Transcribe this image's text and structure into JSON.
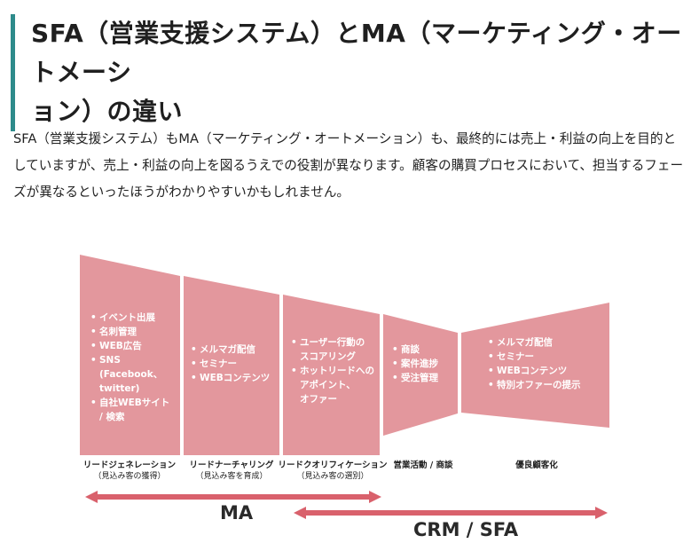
{
  "heading": {
    "line1": "SFA（営業支援システム）とMA（マーケティング・オートメーシ",
    "line2": "ョン）の違い"
  },
  "paragraph": "SFA（営業支援システム）もMA（マーケティング・オートメーション）も、最終的には売上・利益の向上を目的としていますが、売上・利益の向上を図るうえでの役割が異なります。顧客の購買プロセスにおいて、担当するフェーズが異なるといったほうがわかりやすいかもしれません。",
  "diagram": {
    "color_funnel": "#e3979d",
    "color_arrow": "#d9616c",
    "stages": [
      {
        "items": [
          "イベント出展",
          "名刺管理",
          "WEB広告",
          "SNS\n(Facebook、\ntwitter)",
          "自社WEBサイト\n/ 検索"
        ],
        "label": "リードジェネレーション",
        "sub": "（見込み客の獲得）"
      },
      {
        "items": [
          "メルマガ配信",
          "セミナー",
          "WEBコンテンツ"
        ],
        "label": "リードナーチャリング",
        "sub": "（見込み客を育成）"
      },
      {
        "items": [
          "ユーザー行動の\nスコアリング",
          "ホットリードへの\nアポイント、\nオファー"
        ],
        "label": "リードクオリフィケーション",
        "sub": "（見込み客の選別）"
      },
      {
        "items": [
          "商談",
          "案件進捗",
          "受注管理"
        ],
        "label": "営業活動 / 商談",
        "sub": ""
      },
      {
        "items": [
          "メルマガ配信",
          "セミナー",
          "WEBコンテンツ",
          "特別オファーの提示"
        ],
        "label": "優良顧客化",
        "sub": ""
      }
    ],
    "ranges": {
      "ma": "MA",
      "crm_sfa": "CRM / SFA"
    }
  }
}
